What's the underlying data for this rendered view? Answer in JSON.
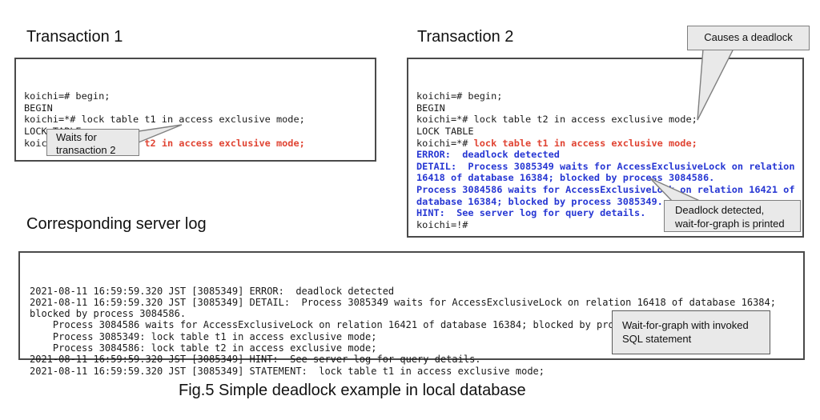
{
  "colors": {
    "code-red": "#e04433",
    "code-blue": "#2737d3",
    "callout-fill": "#e9e9e9",
    "callout-border": "#7f7f7f",
    "box-border": "#4a4a4a"
  },
  "transaction1": {
    "title": "Transaction 1",
    "code": [
      [
        {
          "t": "koichi=# begin;",
          "c": "plain"
        }
      ],
      [
        {
          "t": "BEGIN",
          "c": "plain"
        }
      ],
      [
        {
          "t": "koichi=*# lock table t1 in access exclusive mode;",
          "c": "plain"
        }
      ],
      [
        {
          "t": "LOCK TABLE",
          "c": "plain"
        }
      ],
      [
        {
          "t": "koichi=*# ",
          "c": "plain"
        },
        {
          "t": "lock table t2 in access exclusive mode;",
          "c": "red"
        }
      ]
    ],
    "callout_waits": [
      "Waits for",
      "transaction 2"
    ]
  },
  "transaction2": {
    "title": "Transaction 2",
    "code": [
      [
        {
          "t": "koichi=# begin;",
          "c": "plain"
        }
      ],
      [
        {
          "t": "BEGIN",
          "c": "plain"
        }
      ],
      [
        {
          "t": "koichi=*# lock table t2 in access exclusive mode;",
          "c": "plain"
        }
      ],
      [
        {
          "t": "LOCK TABLE",
          "c": "plain"
        }
      ],
      [
        {
          "t": "koichi=*# ",
          "c": "plain"
        },
        {
          "t": "lock table t1 in access exclusive mode;",
          "c": "red"
        }
      ],
      [
        {
          "t": "ERROR:  deadlock detected",
          "c": "blue"
        }
      ],
      [
        {
          "t": "DETAIL:  Process 3085349 waits for AccessExclusiveLock on relation",
          "c": "blue"
        }
      ],
      [
        {
          "t": "16418 of database 16384; blocked by process 3084586.",
          "c": "blue"
        }
      ],
      [
        {
          "t": "Process 3084586 waits for AccessExclusiveLock on relation 16421 of",
          "c": "blue"
        }
      ],
      [
        {
          "t": "database 16384; blocked by process 3085349.",
          "c": "blue"
        }
      ],
      [
        {
          "t": "HINT:  See server log for query details.",
          "c": "blue"
        }
      ],
      [
        {
          "t": "koichi=!#",
          "c": "plain"
        }
      ]
    ],
    "callout_causes": "Causes a deadlock",
    "callout_deadlock": [
      "Deadlock detected,",
      "wait-for-graph is printed"
    ]
  },
  "server_log": {
    "title": "Corresponding server log",
    "lines": [
      "2021-08-11 16:59:59.320 JST [3085349] ERROR:  deadlock detected",
      "2021-08-11 16:59:59.320 JST [3085349] DETAIL:  Process 3085349 waits for AccessExclusiveLock on relation 16418 of database 16384;",
      "blocked by process 3084586.",
      "    Process 3084586 waits for AccessExclusiveLock on relation 16421 of database 16384; blocked by process 3085349.",
      "    Process 3085349: lock table t1 in access exclusive mode;",
      "    Process 3084586: lock table t2 in access exclusive mode;",
      "2021-08-11 16:59:59.320 JST [3085349] HINT:  See server log for query details.",
      "2021-08-11 16:59:59.320 JST [3085349] STATEMENT:  lock table t1 in access exclusive mode;"
    ],
    "callout_waitforgraph": [
      "Wait-for-graph with invoked",
      "SQL statement"
    ]
  },
  "caption": "Fig.5 Simple deadlock example in local database"
}
